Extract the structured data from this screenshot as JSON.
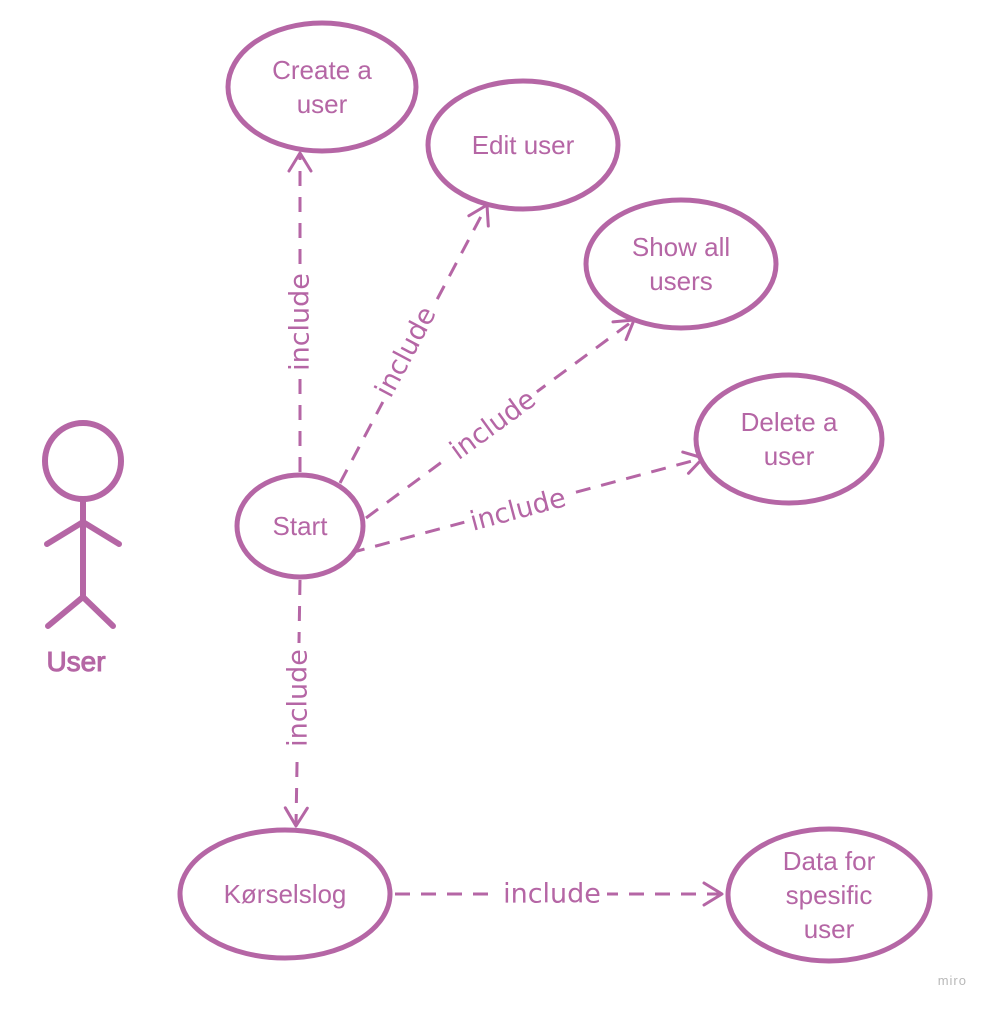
{
  "colors": {
    "stroke": "#b566a5",
    "text": "#b566a5",
    "background": "#ffffff",
    "watermark": "#b8b8b8"
  },
  "actor": {
    "name": "User"
  },
  "use_cases": [
    {
      "id": "create",
      "lines": [
        "Create a",
        "user"
      ]
    },
    {
      "id": "edit",
      "lines": [
        "Edit user"
      ]
    },
    {
      "id": "showall",
      "lines": [
        "Show all",
        "users"
      ]
    },
    {
      "id": "delete",
      "lines": [
        "Delete a",
        "user"
      ]
    },
    {
      "id": "start",
      "lines": [
        "Start"
      ]
    },
    {
      "id": "korselslog",
      "lines": [
        "Kørselslog"
      ]
    },
    {
      "id": "data",
      "lines": [
        "Data for",
        "spesific",
        "user"
      ]
    }
  ],
  "relations": [
    {
      "from": "start",
      "to": "create",
      "label": "include"
    },
    {
      "from": "start",
      "to": "edit",
      "label": "include"
    },
    {
      "from": "start",
      "to": "showall",
      "label": "include"
    },
    {
      "from": "start",
      "to": "delete",
      "label": "include"
    },
    {
      "from": "start",
      "to": "korselslog",
      "label": "include"
    },
    {
      "from": "korselslog",
      "to": "data",
      "label": "include"
    }
  ],
  "watermark": "miro"
}
